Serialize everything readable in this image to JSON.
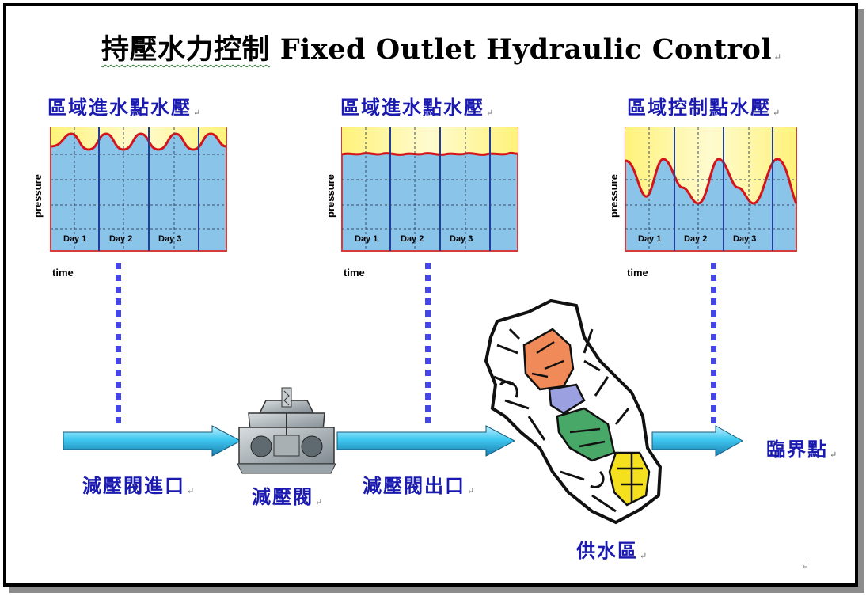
{
  "title": {
    "zh": "持壓水力控制",
    "en": "Fixed Outlet Hydraulic Control"
  },
  "paragraph_mark": "↵",
  "charts": [
    {
      "heading": "區域進水點水壓",
      "ylabel": "pressure",
      "xlabel": "time",
      "days": [
        "Day 1",
        "Day 2",
        "Day 3"
      ]
    },
    {
      "heading": "區域進水點水壓",
      "ylabel": "pressure",
      "xlabel": "time",
      "days": [
        "Day 1",
        "Day 2",
        "Day 3"
      ]
    },
    {
      "heading": "區域控制點水壓",
      "ylabel": "pressure",
      "xlabel": "time",
      "days": [
        "Day 1",
        "Day 2",
        "Day 3"
      ]
    }
  ],
  "labels": {
    "inlet": "減壓閥進口",
    "valve": "減壓閥",
    "outlet": "減壓閥出口",
    "zone": "供水區",
    "critical": "臨界點"
  },
  "colors": {
    "label_blue": "#1a1ab0",
    "chart_blue": "#8ac4e8",
    "chart_yellow": "#fff58a",
    "curve": "#d4141a",
    "arrow": "#40c8f0"
  }
}
